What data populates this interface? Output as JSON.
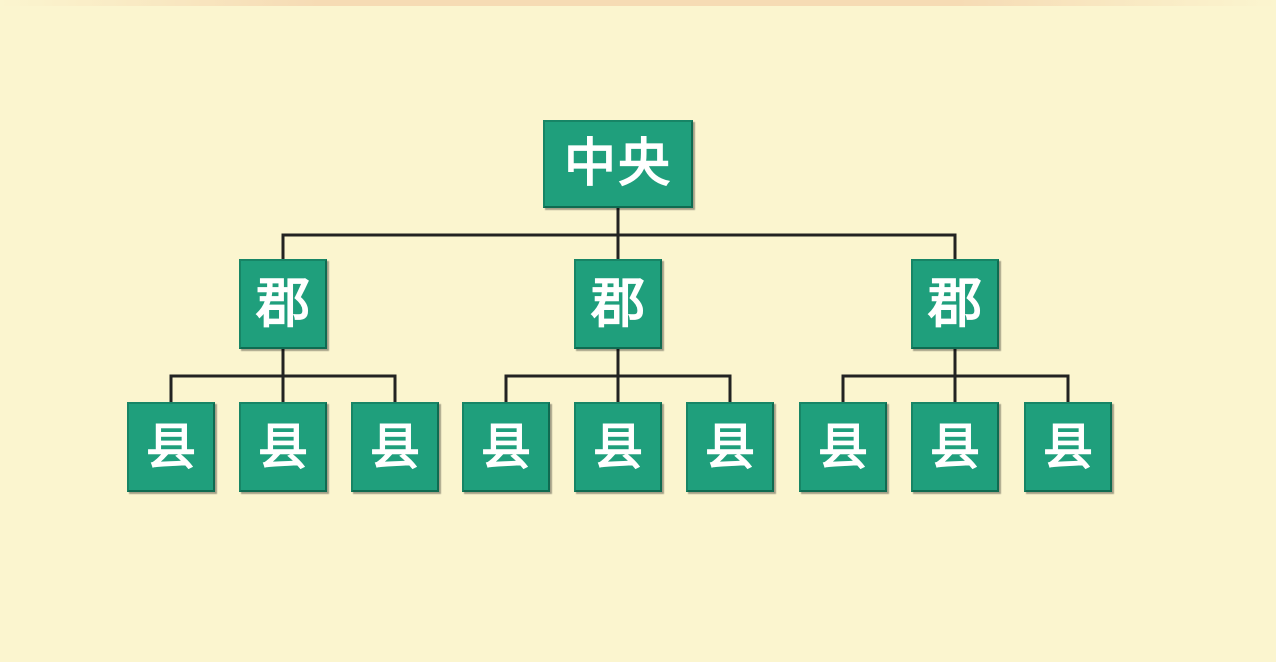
{
  "colors": {
    "background": "#fbf5cf",
    "node_fill": "#1f9f7c",
    "node_text": "#ffffff",
    "connector": "#222222"
  },
  "tree": {
    "root": {
      "label": "中央"
    },
    "prefectures": [
      {
        "label": "郡",
        "counties": [
          {
            "label": "县"
          },
          {
            "label": "县"
          },
          {
            "label": "县"
          }
        ]
      },
      {
        "label": "郡",
        "counties": [
          {
            "label": "县"
          },
          {
            "label": "县"
          },
          {
            "label": "县"
          }
        ]
      },
      {
        "label": "郡",
        "counties": [
          {
            "label": "县"
          },
          {
            "label": "县"
          },
          {
            "label": "县"
          }
        ]
      }
    ]
  }
}
